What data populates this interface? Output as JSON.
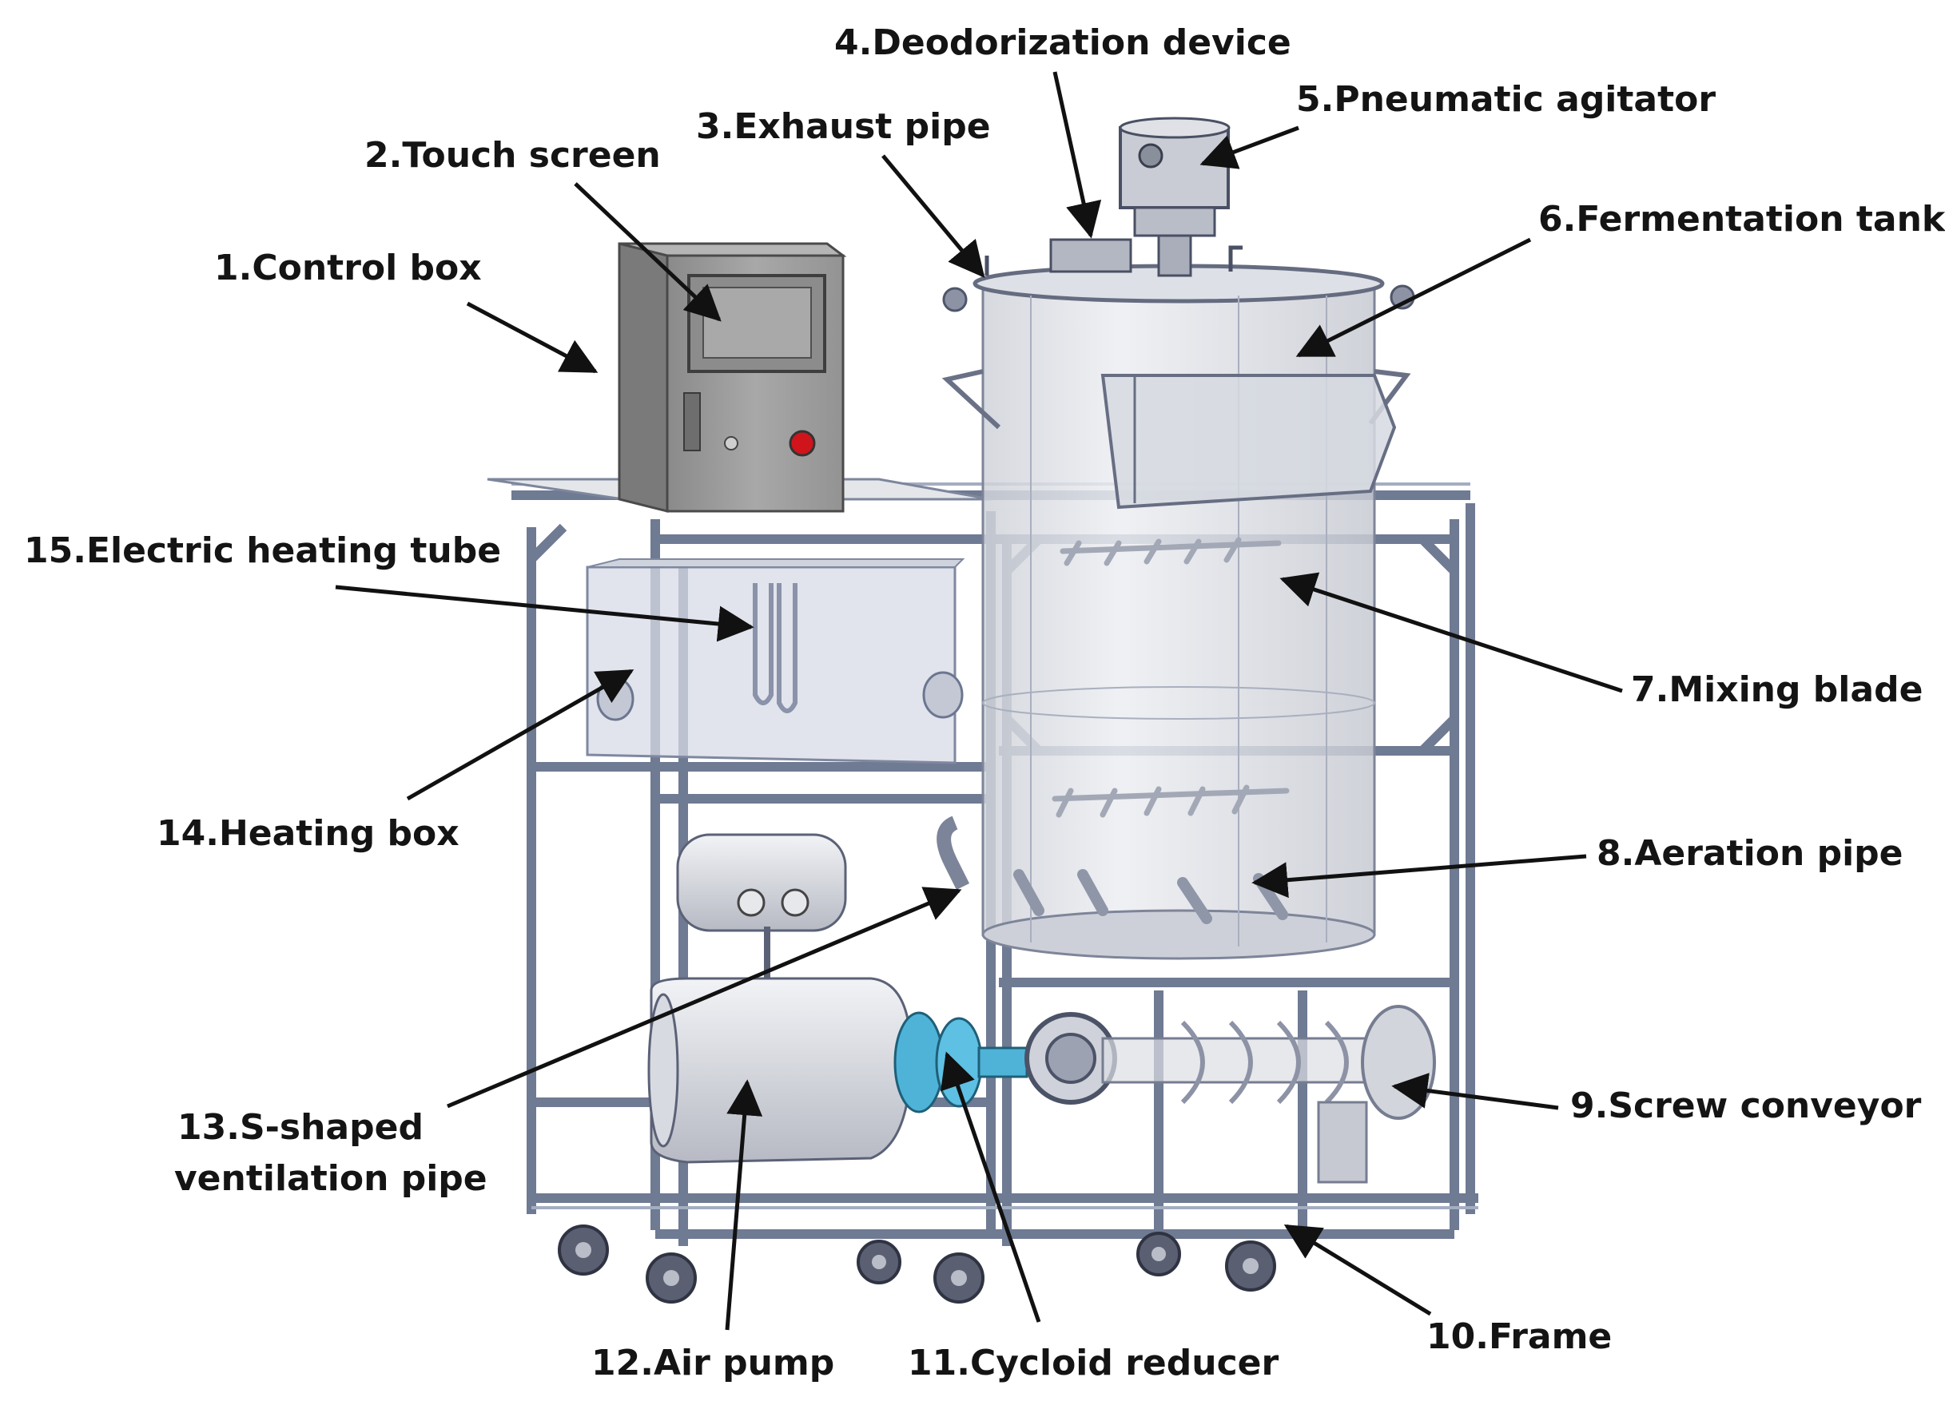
{
  "labels": {
    "control_box": "1.Control box",
    "touch_screen": "2.Touch screen",
    "exhaust_pipe": "3.Exhaust pipe",
    "deodorization_device": "4.Deodorization device",
    "pneumatic_agitator": "5.Pneumatic agitator",
    "fermentation_tank": "6.Fermentation tank",
    "mixing_blade": "7.Mixing blade",
    "aeration_pipe": "8.Aeration pipe",
    "screw_conveyor": "9.Screw conveyor",
    "frame": "10.Frame",
    "cycloid_reducer": "11.Cycloid reducer",
    "air_pump": "12.Air pump",
    "s_shaped_line1": "13.S-shaped",
    "s_shaped_line2": "ventilation pipe",
    "heating_box": "14.Heating box",
    "electric_heating_tube": "15.Electric heating tube"
  },
  "colors": {
    "frame_steel": "#7f8ba6",
    "tank_glass": "#dcdfe6",
    "control_box": "#9a9a9a",
    "emergency_button": "#d0141c",
    "reducer_cyan": "#4fb3d8"
  }
}
